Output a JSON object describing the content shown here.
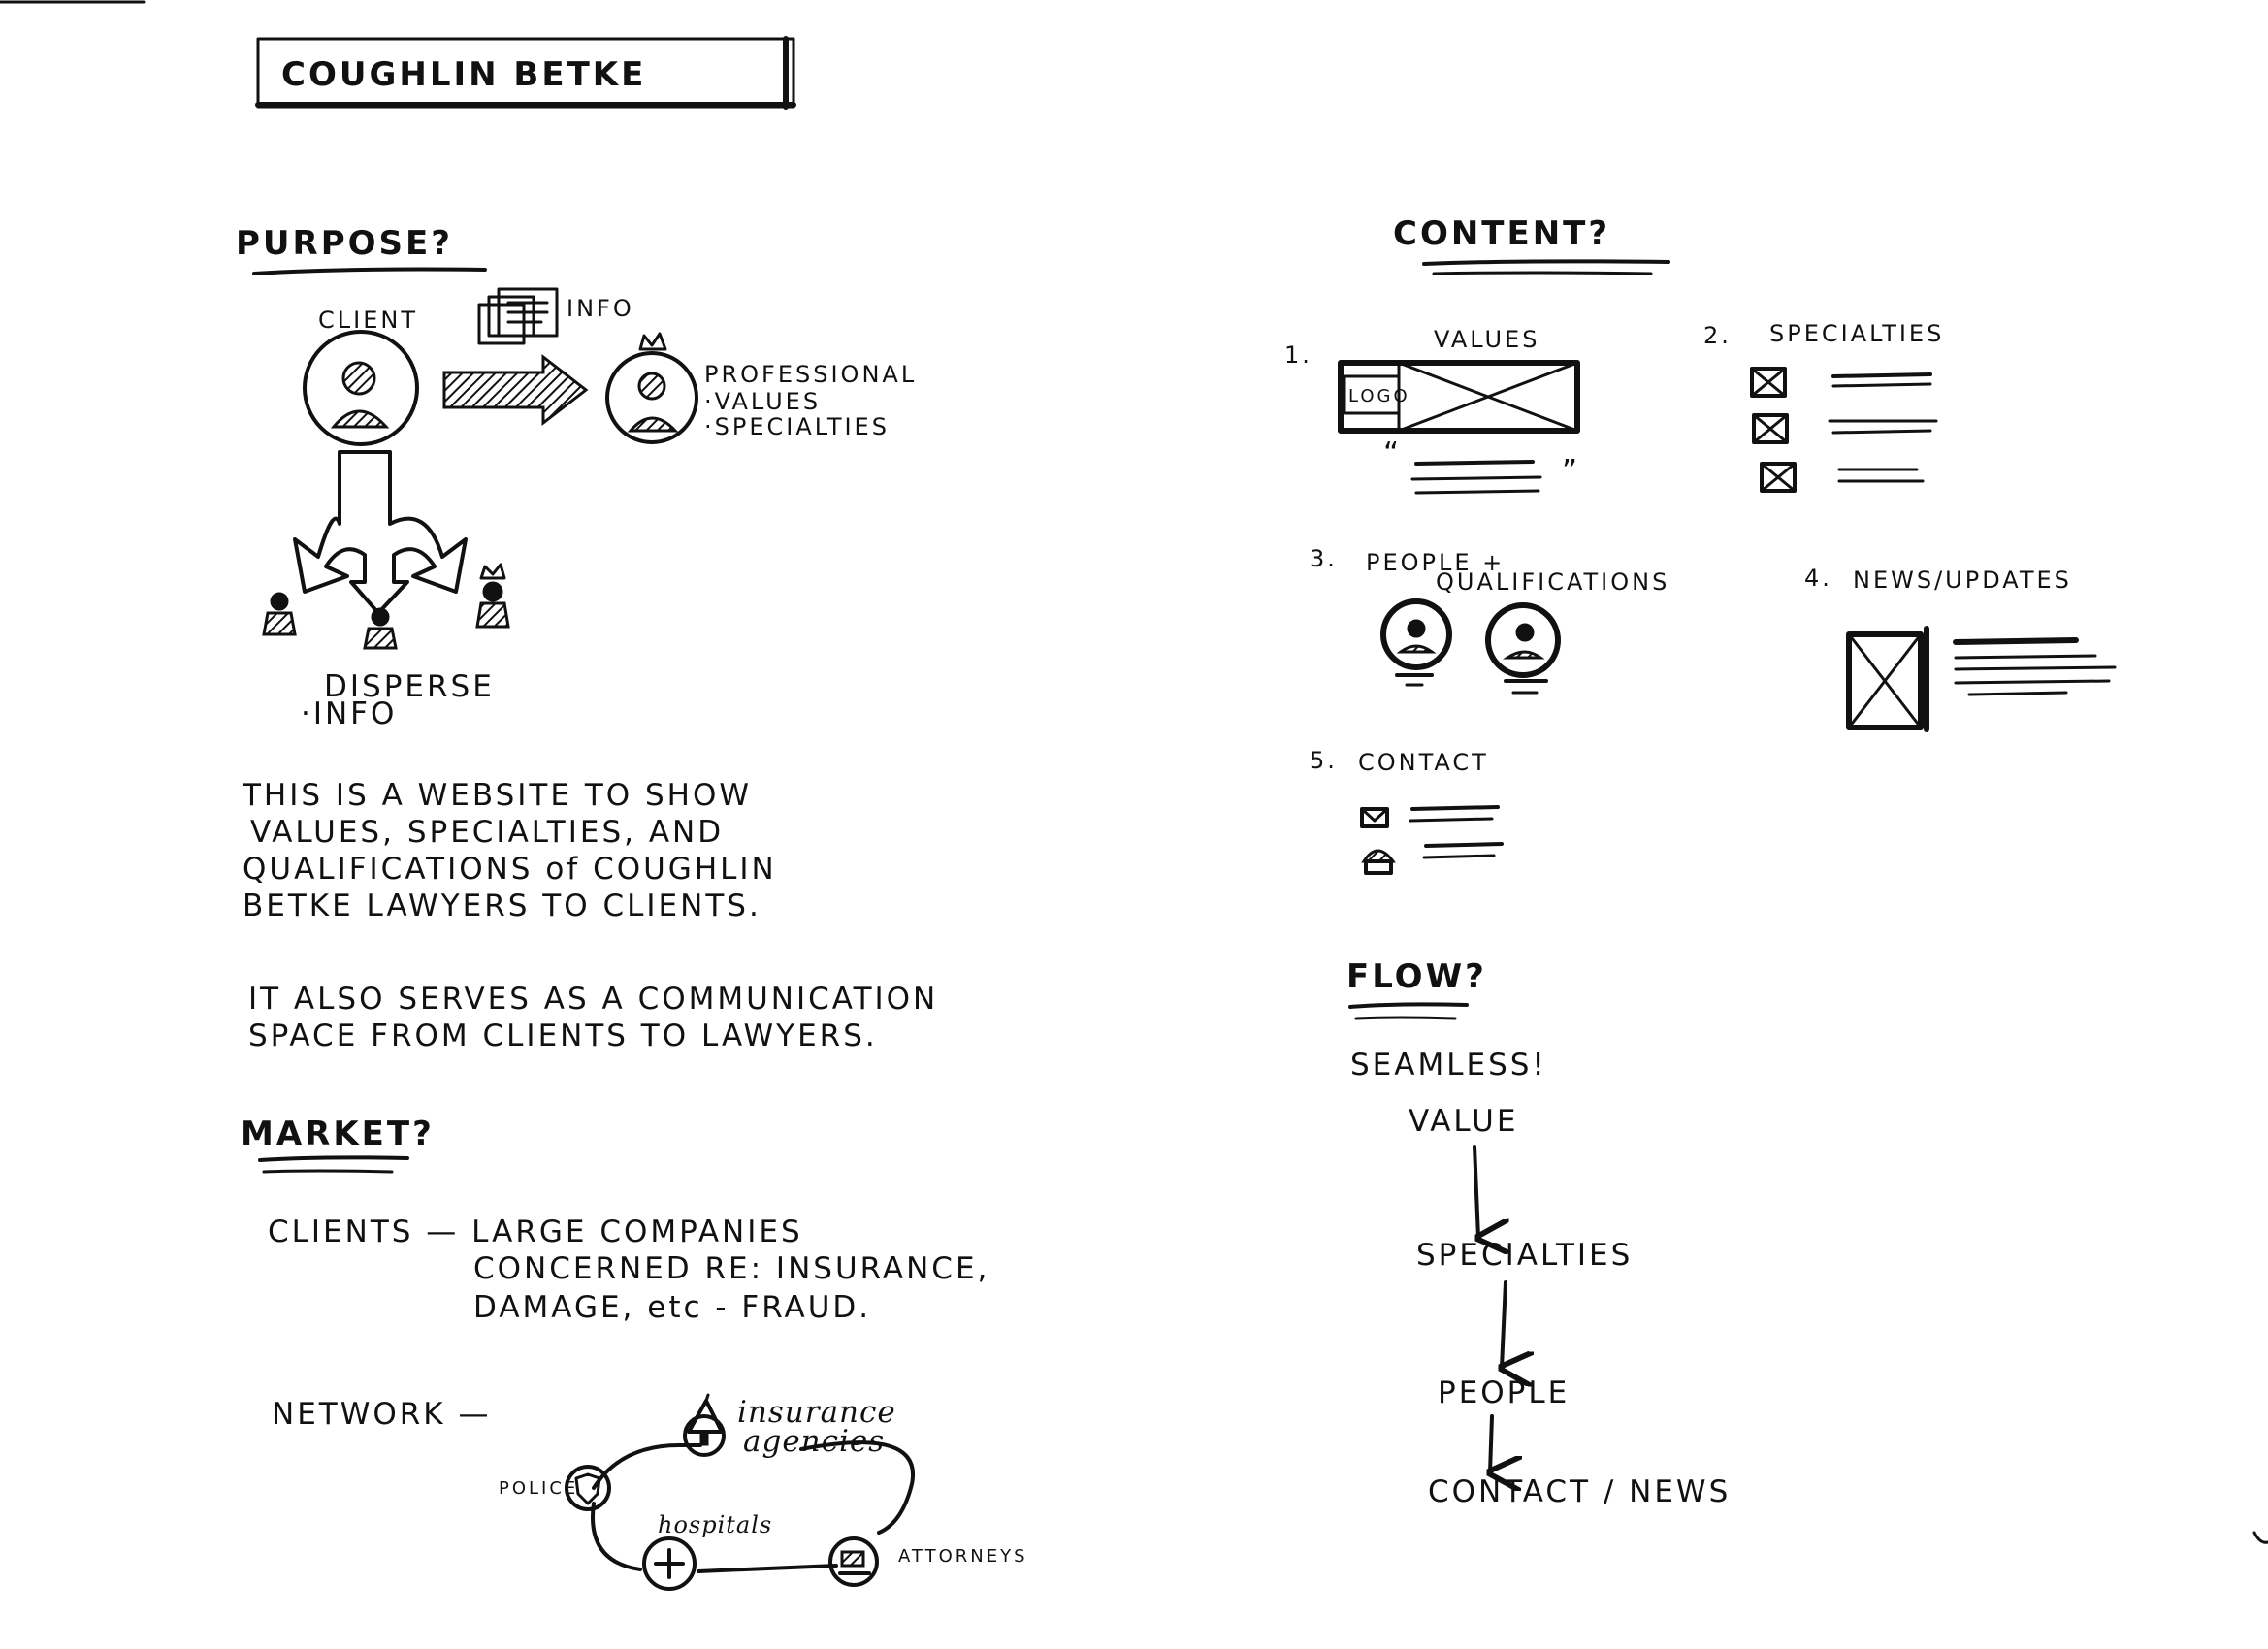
{
  "title": "COUGHLIN BETKE",
  "purpose": {
    "heading": "PURPOSE?",
    "client_label": "CLIENT",
    "info_label": "INFO",
    "professional_lines": [
      "PROFESSIONAL",
      "·VALUES",
      "·SPECIALTIES"
    ],
    "disperse_lines": [
      "DISPERSE",
      "·INFO"
    ],
    "paragraph1": [
      "THIS IS A WEBSITE TO SHOW",
      "VALUES, SPECIALTIES, AND",
      "QUALIFICATIONS of COUGHLIN",
      "BETKE LAWYERS TO CLIENTS."
    ],
    "paragraph2": [
      "IT ALSO SERVES AS A COMMUNICATION",
      "SPACE FROM CLIENTS TO LAWYERS."
    ]
  },
  "market": {
    "heading": "MARKET?",
    "clients_lines": [
      "CLIENTS — LARGE COMPANIES",
      "CONCERNED RE: INSURANCE,",
      "DAMAGE, etc - FRAUD."
    ],
    "network_label": "NETWORK —",
    "network_nodes": {
      "police": "POLICE",
      "insurance": [
        "insurance",
        "agencies"
      ],
      "hospitals": "hospitals",
      "attorneys": "ATTORNEYS"
    }
  },
  "content": {
    "heading": "CONTENT?",
    "items": [
      {
        "number": "1.",
        "label": "VALUES",
        "logo": "LOGO",
        "quote_open": "“",
        "quote_close": "”"
      },
      {
        "number": "2.",
        "label": "SPECIALTIES"
      },
      {
        "number": "3.",
        "label_lines": [
          "PEOPLE +",
          "QUALIFICATIONS"
        ]
      },
      {
        "number": "4.",
        "label": "NEWS/UPDATES"
      },
      {
        "number": "5.",
        "label": "CONTACT"
      }
    ]
  },
  "flow": {
    "heading": "FLOW?",
    "subheading": "SEAMLESS!",
    "steps": [
      "VALUE",
      "SPECIALTIES",
      "PEOPLE",
      "CONTACT / NEWS"
    ]
  }
}
